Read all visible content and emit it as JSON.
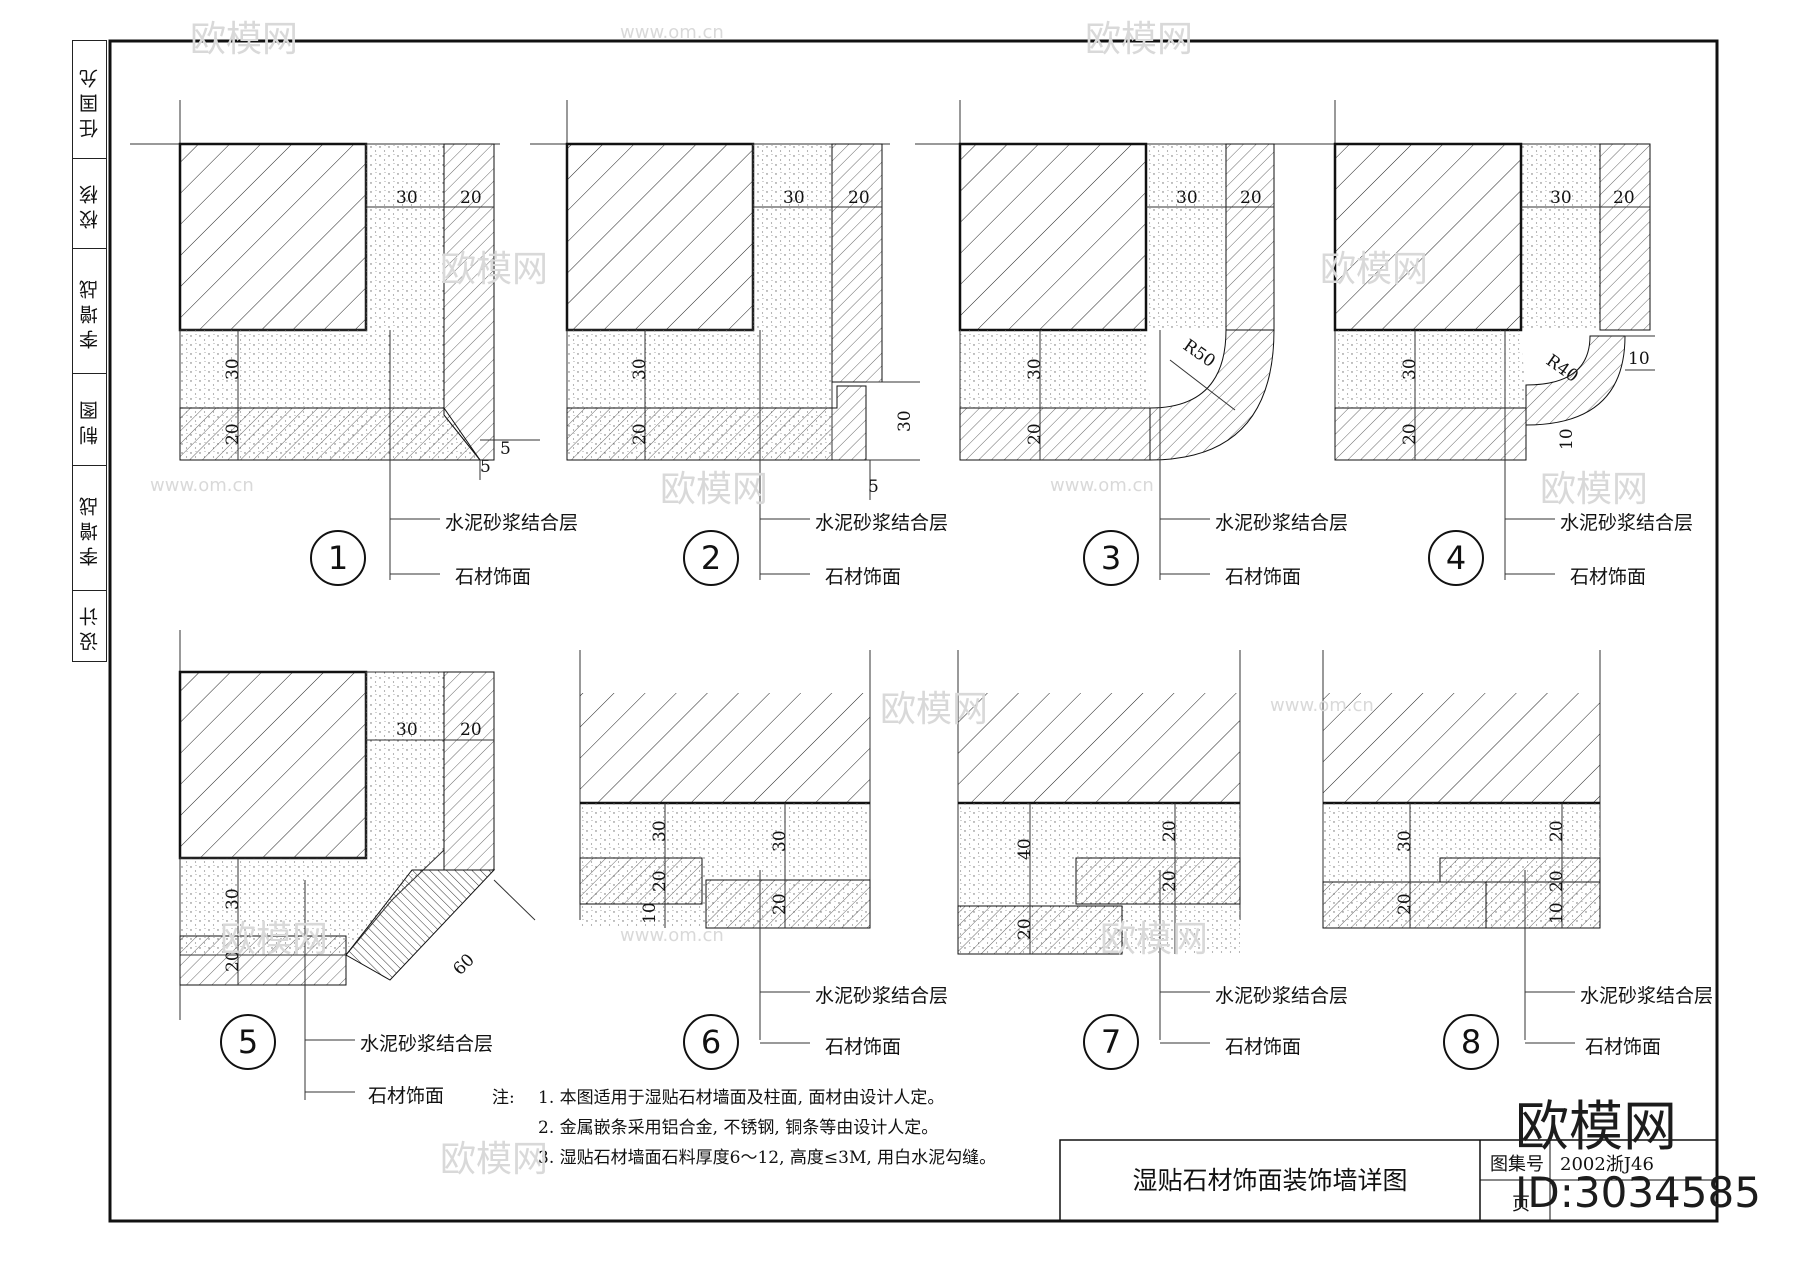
{
  "side_labels": [
    "任国允",
    "校核",
    "李增战",
    "制图",
    "李增战",
    "设计"
  ],
  "details": [
    {
      "num": "1",
      "dim_top": [
        "30",
        "20"
      ],
      "dim_side": [
        "30",
        "20"
      ],
      "dim_extra": [
        "5",
        "5"
      ]
    },
    {
      "num": "2",
      "dim_top": [
        "30",
        "20"
      ],
      "dim_side": [
        "30",
        "20"
      ],
      "dim_extra": [
        "30",
        "5"
      ]
    },
    {
      "num": "3",
      "dim_top": [
        "30",
        "20"
      ],
      "dim_side": [
        "30",
        "20"
      ],
      "dim_extra": [
        "R50"
      ]
    },
    {
      "num": "4",
      "dim_top": [
        "30",
        "20"
      ],
      "dim_side": [
        "30",
        "20"
      ],
      "dim_extra": [
        "R40",
        "10",
        "10"
      ]
    },
    {
      "num": "5",
      "dim_top": [
        "30",
        "20"
      ],
      "dim_side": [
        "30",
        "20"
      ],
      "dim_extra": [
        "60"
      ]
    },
    {
      "num": "6",
      "dims": [
        "30",
        "20",
        "10",
        "30",
        "20"
      ]
    },
    {
      "num": "7",
      "dims": [
        "40",
        "20",
        "20",
        "20"
      ]
    },
    {
      "num": "8",
      "dims": [
        "30",
        "20",
        "20",
        "20",
        "10"
      ]
    }
  ],
  "labels": {
    "mortar": "水泥砂浆结合层",
    "stone": "石材饰面"
  },
  "notes": {
    "head": "注:",
    "lines": [
      "1. 本图适用于湿贴石材墙面及柱面, 面材由设计人定。",
      "2. 金属嵌条采用铝合金, 不锈钢, 铜条等由设计人定。",
      "3. 湿贴石材墙面石料厚度6～12, 高度≤3M, 用白水泥勾缝。"
    ]
  },
  "title_block": {
    "title": "湿贴石材饰面装饰墙详图",
    "atlas_label": "图集号",
    "atlas_no": "2002浙J46",
    "page_label": "页"
  },
  "watermark": {
    "brand": "欧模网",
    "url": "www.om.cn",
    "id": "ID:3034585"
  }
}
